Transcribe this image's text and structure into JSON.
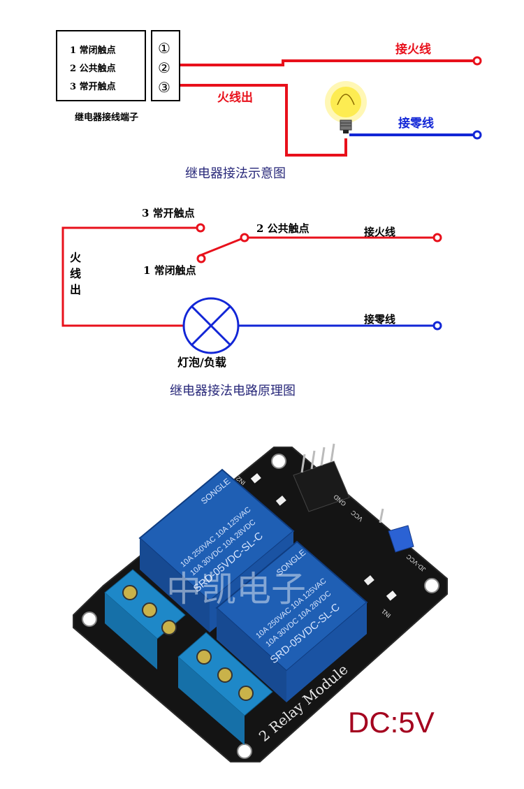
{
  "diagram1": {
    "terminal_lines": [
      "1 常闭触点",
      "2 公共触点",
      "3 常开触点"
    ],
    "terminal_symbols": [
      "①",
      "②",
      "③"
    ],
    "terminal_caption": "继电器接线端子",
    "live_in_label": "接火线",
    "live_out_label": "火线出",
    "neutral_label": "接零线",
    "title": "继电器接法示意图"
  },
  "diagram2": {
    "no_contact": "3 常开触点",
    "common_contact": "2 公共触点",
    "nc_contact": "1 常闭触点",
    "live_in_label": "接火线",
    "live_out_chars": [
      "火",
      "线",
      "出"
    ],
    "neutral_label": "接零线",
    "load_label": "灯泡/负载",
    "title": "继电器接法电路原理图"
  },
  "module": {
    "relay_brand": "SONGLE",
    "relay_model": "SRD-05VDC-SL-C",
    "relay_rating_1": "10A 250VAC  10A 125VAC",
    "relay_rating_2": "10A 30VDC  10A 28VDC",
    "board_name": "2 Relay Module",
    "watermark": "中凯电子",
    "pin_labels": [
      "IN1",
      "IN2",
      "GND",
      "VCC",
      "JD-VCC"
    ],
    "voltage_label": "DC:5V"
  },
  "colors": {
    "live": "#e8101b",
    "neutral": "#1226d6",
    "title_text": "#28287a",
    "board": "#111111",
    "relay_blue": "#1f5fb4",
    "terminal_blue": "#1e88c8",
    "voltage_text": "#a4001e"
  }
}
